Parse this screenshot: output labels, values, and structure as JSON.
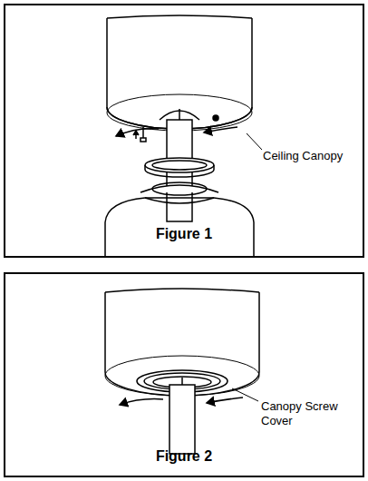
{
  "diagram": {
    "nodes": [
      {
        "text": [
          "Ceiling Canopy",
          "Figure 1"
        ]
      },
      {
        "text": [
          "Canopy Screw Cover",
          "Figure 2"
        ]
      }
    ]
  }
}
